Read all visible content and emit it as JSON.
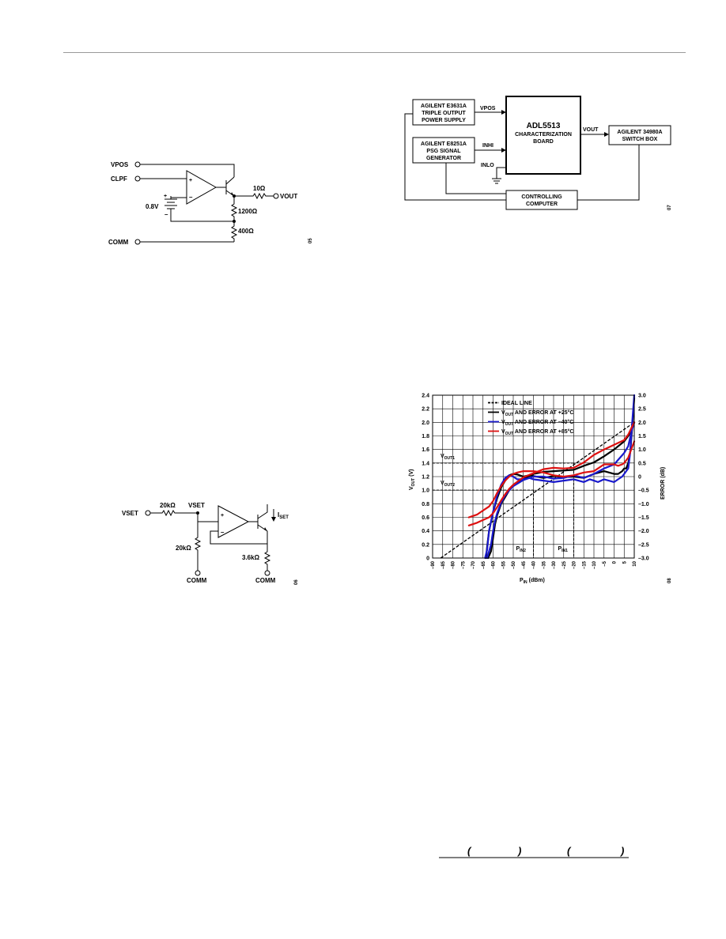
{
  "fig_vout_output_stage": {
    "pins": {
      "vpos": "VPOS",
      "clpf": "CLPF",
      "comm": "COMM",
      "vout": "VOUT"
    },
    "values": {
      "v_ref": "0.8V",
      "r_series": "10Ω",
      "r_top": "1200Ω",
      "r_bottom": "400Ω"
    },
    "fig_id": "05"
  },
  "fig_vset_interface": {
    "pins": {
      "vset_in": "VSET",
      "vset_node": "VSET",
      "comm_1": "COMM",
      "comm_2": "COMM",
      "iset": "I",
      "iset_sub": "SET"
    },
    "values": {
      "r_in": "20kΩ",
      "r_div": "20kΩ",
      "r_emit": "3.6kΩ"
    },
    "fig_id": "06"
  },
  "fig_setup": {
    "blocks": {
      "supply": [
        "AGILENT E3631A",
        "TRIPLE OUTPUT",
        "POWER SUPPLY"
      ],
      "generator": [
        "AGILENT E8251A",
        "PSG SIGNAL",
        "GENERATOR"
      ],
      "dut_title": "ADL5513",
      "dut": [
        "CHARACTERIZATION",
        "BOARD"
      ],
      "switch": [
        "AGILENT 34980A",
        "SWITCH BOX"
      ],
      "computer": [
        "CONTROLLING",
        "COMPUTER"
      ]
    },
    "labels": {
      "vpos": "VPOS",
      "inhi": "INHI",
      "inlo": "INLO",
      "vout": "VOUT"
    },
    "fig_id": "07"
  },
  "chart_data": {
    "type": "line",
    "xlabel_main": "P",
    "xlabel_sub": "IN",
    "xlabel_unit": " (dBm)",
    "ylabel_main": "V",
    "ylabel_sub": "OUT",
    "ylabel_unit": " (V)",
    "y2label": "ERROR (dB)",
    "xlim": [
      -90,
      10
    ],
    "ylim": [
      0,
      2.4
    ],
    "y2lim": [
      -3.0,
      3.0
    ],
    "xticks": [
      "–90",
      "–85",
      "–80",
      "–75",
      "–70",
      "–65",
      "–60",
      "–55",
      "–50",
      "–45",
      "–40",
      "–35",
      "–30",
      "–25",
      "–20",
      "–15",
      "–10",
      "–5",
      "0",
      "5",
      "10"
    ],
    "yticks": [
      "0",
      "0.2",
      "0.4",
      "0.6",
      "0.8",
      "1.0",
      "1.2",
      "1.4",
      "1.6",
      "1.8",
      "2.0",
      "2.2",
      "2.4"
    ],
    "y2ticks": [
      "–3.0",
      "–2.5",
      "–2.0",
      "–1.5",
      "–1.0",
      "–0.5",
      "0",
      "0.5",
      "1.0",
      "1.5",
      "2.0",
      "2.5",
      "3.0"
    ],
    "legend": [
      {
        "main": "IDEAL LINE",
        "sub": "",
        "rest": "",
        "color": "#000000",
        "dash": true
      },
      {
        "main": "V",
        "sub": "OUT",
        "rest": " AND ERROR AT +25°C",
        "color": "#000000",
        "dash": false
      },
      {
        "main": "V",
        "sub": "OUT",
        "rest": " AND ERROR AT –40°C",
        "color": "#1a1acc",
        "dash": false
      },
      {
        "main": "V",
        "sub": "OUT",
        "rest": " AND ERROR AT +85°C",
        "color": "#dd1111",
        "dash": false
      }
    ],
    "ideal_line": {
      "x": [
        -86,
        10
      ],
      "y": [
        0,
        2.0
      ]
    },
    "annotations": {
      "vout1": {
        "main": "V",
        "sub": "OUT1",
        "y": 1.4
      },
      "vout2": {
        "main": "V",
        "sub": "OUT2",
        "y": 1.0
      },
      "pin2": {
        "main": "P",
        "sub": "IN2",
        "x": -40
      },
      "pin1": {
        "main": "P",
        "sub": "IN1",
        "x": -20
      }
    },
    "series": [
      {
        "name": "VOUT +25°C",
        "axis": "y",
        "color": "#000000",
        "x": [
          -62.5,
          -61,
          -60,
          -59,
          -58,
          -56,
          -54,
          -52,
          -50,
          -45,
          -40,
          -35,
          -30,
          -25,
          -20,
          -15,
          -10,
          -5,
          0,
          5,
          7,
          8,
          9,
          10
        ],
        "y": [
          0,
          0.1,
          0.3,
          0.5,
          0.63,
          0.8,
          0.9,
          1.0,
          1.07,
          1.17,
          1.24,
          1.27,
          1.28,
          1.29,
          1.3,
          1.36,
          1.41,
          1.5,
          1.6,
          1.72,
          1.8,
          1.85,
          1.92,
          2.0
        ]
      },
      {
        "name": "ERROR +25°C",
        "axis": "y2",
        "color": "#000000",
        "x": [
          -63.5,
          -63,
          -62,
          -60,
          -58,
          -56,
          -54,
          -52,
          -50,
          -48,
          -45,
          -42,
          -40,
          -35,
          -30,
          -25,
          -20,
          -15,
          -10,
          -5,
          0,
          2,
          4,
          5,
          6,
          7,
          8,
          9,
          10
        ],
        "y": [
          -3.0,
          -2.6,
          -2.0,
          -1.3,
          -0.8,
          -0.4,
          -0.15,
          0.05,
          0.1,
          0.08,
          0,
          0.05,
          0.02,
          -0.05,
          0.02,
          -0.02,
          0,
          -0.05,
          0.1,
          0.2,
          0.1,
          0.1,
          0.2,
          0.3,
          0.3,
          0.5,
          0.9,
          1.8,
          2.9
        ]
      },
      {
        "name": "VOUT –40°C",
        "axis": "y",
        "color": "#1a1acc",
        "x": [
          -63,
          -61,
          -60,
          -59,
          -58,
          -56,
          -54,
          -52,
          -50,
          -45,
          -40,
          -35,
          -30,
          -25,
          -20,
          -15,
          -10,
          -5,
          0,
          5,
          7,
          8,
          9,
          10
        ],
        "y": [
          0,
          0.2,
          0.4,
          0.55,
          0.66,
          0.82,
          0.92,
          1.0,
          1.06,
          1.15,
          1.2,
          1.2,
          1.17,
          1.18,
          1.22,
          1.18,
          1.24,
          1.32,
          1.38,
          1.55,
          1.65,
          1.78,
          1.9,
          2.0
        ]
      },
      {
        "name": "ERROR –40°C",
        "axis": "y2",
        "color": "#1a1acc",
        "x": [
          -64,
          -63,
          -62,
          -60,
          -58,
          -56,
          -54,
          -52,
          -50,
          -48,
          -45,
          -42,
          -40,
          -35,
          -30,
          -25,
          -20,
          -15,
          -12,
          -10,
          -8,
          -5,
          0,
          2,
          4,
          5,
          6,
          7,
          8,
          9,
          10
        ],
        "y": [
          -3.0,
          -2.7,
          -2.0,
          -1.3,
          -0.7,
          -0.3,
          -0.05,
          0.05,
          0.0,
          -0.1,
          -0.1,
          -0.05,
          -0.1,
          -0.15,
          -0.2,
          -0.15,
          -0.1,
          -0.2,
          -0.1,
          -0.15,
          -0.2,
          -0.1,
          -0.2,
          -0.1,
          0.0,
          0.1,
          0.2,
          0.3,
          0.9,
          2.0,
          3.0
        ]
      },
      {
        "name": "VOUT +85°C",
        "axis": "y",
        "color": "#dd1111",
        "x": [
          -72,
          -68,
          -65,
          -62,
          -60,
          -58,
          -56,
          -54,
          -52,
          -50,
          -45,
          -40,
          -35,
          -30,
          -25,
          -20,
          -15,
          -10,
          -5,
          0,
          5,
          7,
          8,
          9,
          10
        ],
        "y": [
          0.48,
          0.52,
          0.56,
          0.6,
          0.66,
          0.75,
          0.85,
          0.94,
          1.02,
          1.08,
          1.19,
          1.25,
          1.31,
          1.33,
          1.32,
          1.33,
          1.41,
          1.52,
          1.6,
          1.67,
          1.74,
          1.82,
          1.88,
          1.94,
          2.0
        ]
      },
      {
        "name": "ERROR +85°C",
        "axis": "y2",
        "color": "#dd1111",
        "x": [
          -72,
          -70,
          -68,
          -66,
          -64,
          -62,
          -60,
          -58,
          -56,
          -54,
          -52,
          -50,
          -48,
          -45,
          -42,
          -40,
          -35,
          -30,
          -25,
          -20,
          -15,
          -10,
          -5,
          0,
          2,
          4,
          5,
          6,
          7,
          8,
          9,
          10
        ],
        "y": [
          -1.5,
          -1.45,
          -1.4,
          -1.3,
          -1.2,
          -1.1,
          -0.9,
          -0.6,
          -0.35,
          -0.15,
          0.0,
          0.1,
          0.15,
          0.2,
          0.2,
          0.2,
          0.15,
          0.05,
          0.0,
          0.05,
          0.15,
          0.2,
          0.45,
          0.45,
          0.4,
          0.45,
          0.5,
          0.6,
          0.7,
          0.9,
          1.1,
          1.3
        ]
      }
    ],
    "fig_id": "08"
  },
  "equation": {
    "paren_open_1": "(",
    "paren_close_1": ")",
    "paren_open_2": "(",
    "paren_close_2": ")"
  }
}
